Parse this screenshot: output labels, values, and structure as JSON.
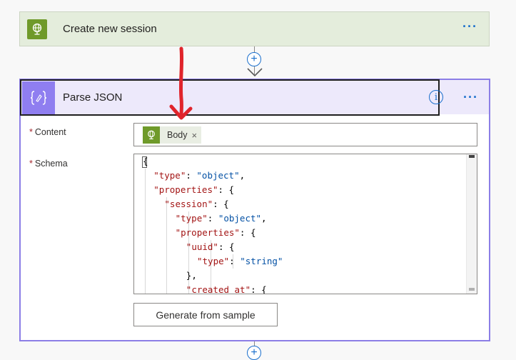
{
  "flow": {
    "steps": [
      {
        "title": "Create new session",
        "icon": "globe-icon",
        "more": "···"
      },
      {
        "title": "Parse JSON",
        "icon": "braces-icon",
        "more": "···",
        "info": "i",
        "fields": {
          "content_label": "Content",
          "content_required": "*",
          "content_token": "Body",
          "content_token_remove": "×",
          "schema_label": "Schema",
          "schema_required": "*"
        },
        "generate_button": "Generate from sample"
      }
    ],
    "add_step": "+"
  },
  "schema_lines": [
    {
      "parts": [
        [
          "p",
          "{"
        ]
      ]
    },
    {
      "parts": [
        [
          "k",
          "\"type\""
        ],
        [
          "p",
          ": "
        ],
        [
          "s",
          "\"object\""
        ],
        [
          "p",
          ","
        ]
      ]
    },
    {
      "parts": [
        [
          "k",
          "\"properties\""
        ],
        [
          "p",
          ": {"
        ]
      ]
    },
    {
      "parts": [
        [
          "k",
          "\"session\""
        ],
        [
          "p",
          ": {"
        ]
      ]
    },
    {
      "parts": [
        [
          "k",
          "\"type\""
        ],
        [
          "p",
          ": "
        ],
        [
          "s",
          "\"object\""
        ],
        [
          "p",
          ","
        ]
      ]
    },
    {
      "parts": [
        [
          "k",
          "\"properties\""
        ],
        [
          "p",
          ": {"
        ]
      ]
    },
    {
      "parts": [
        [
          "k",
          "\"uuid\""
        ],
        [
          "p",
          ": {"
        ]
      ]
    },
    {
      "parts": [
        [
          "k",
          "\"type\""
        ],
        [
          "p",
          ": "
        ],
        [
          "s",
          "\"string\""
        ]
      ]
    },
    {
      "parts": [
        [
          "p",
          "},"
        ]
      ]
    },
    {
      "parts": [
        [
          "k",
          "\"created_at\""
        ],
        [
          "p",
          ": {"
        ]
      ]
    }
  ],
  "colors": {
    "http_icon": "#6f9a2a",
    "parse_icon": "#8f7ef0",
    "accent": "#1a6fcc",
    "annotation": "#e0242b"
  }
}
